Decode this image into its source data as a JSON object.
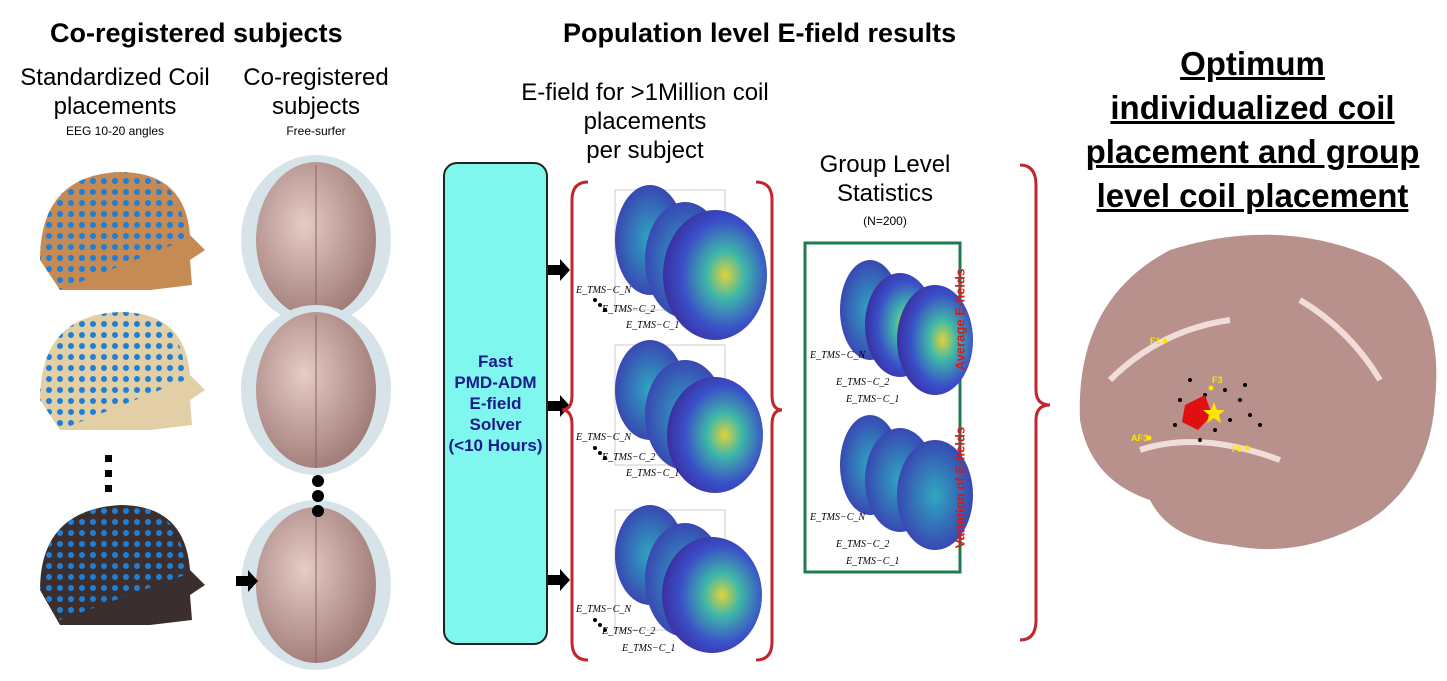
{
  "headers": {
    "coregistered": "Co-registered  subjects",
    "population": "Population level E-field results",
    "optimum": [
      "Optimum",
      "individualized coil",
      "placement and group",
      "level coil placement"
    ]
  },
  "column1": {
    "title": "Standardized Coil\nplacements",
    "subtitle": "EEG 10-20 angles"
  },
  "column2": {
    "title": "Co-registered\nsubjects",
    "subtitle": "Free-surfer"
  },
  "column3": {
    "title": "E-field for >1Million coil\nplacements\nper subject"
  },
  "column4": {
    "title": "Group Level\nStatistics",
    "subtitle": "(N=200)"
  },
  "solver": {
    "label": "Fast\nPMD-ADM\nE-field\nSolver\n(<10 Hours)"
  },
  "efield_labels": {
    "n": "E_TMS−C_N",
    "two": "E_TMS−C_2",
    "one": "E_TMS−C_1"
  },
  "group_labels": {
    "average": "Average E-fields",
    "variation": "Variation of E-fields"
  },
  "electrodes": [
    "F1",
    "F3",
    "AF3",
    "F5"
  ],
  "colors": {
    "solver_fill": "#7ff7ee",
    "brace": "#c0262b",
    "group_box": "#1f7a4f",
    "label_red": "#d21b1b",
    "skin": "#c68a55",
    "brain": "#c9a4a0"
  }
}
